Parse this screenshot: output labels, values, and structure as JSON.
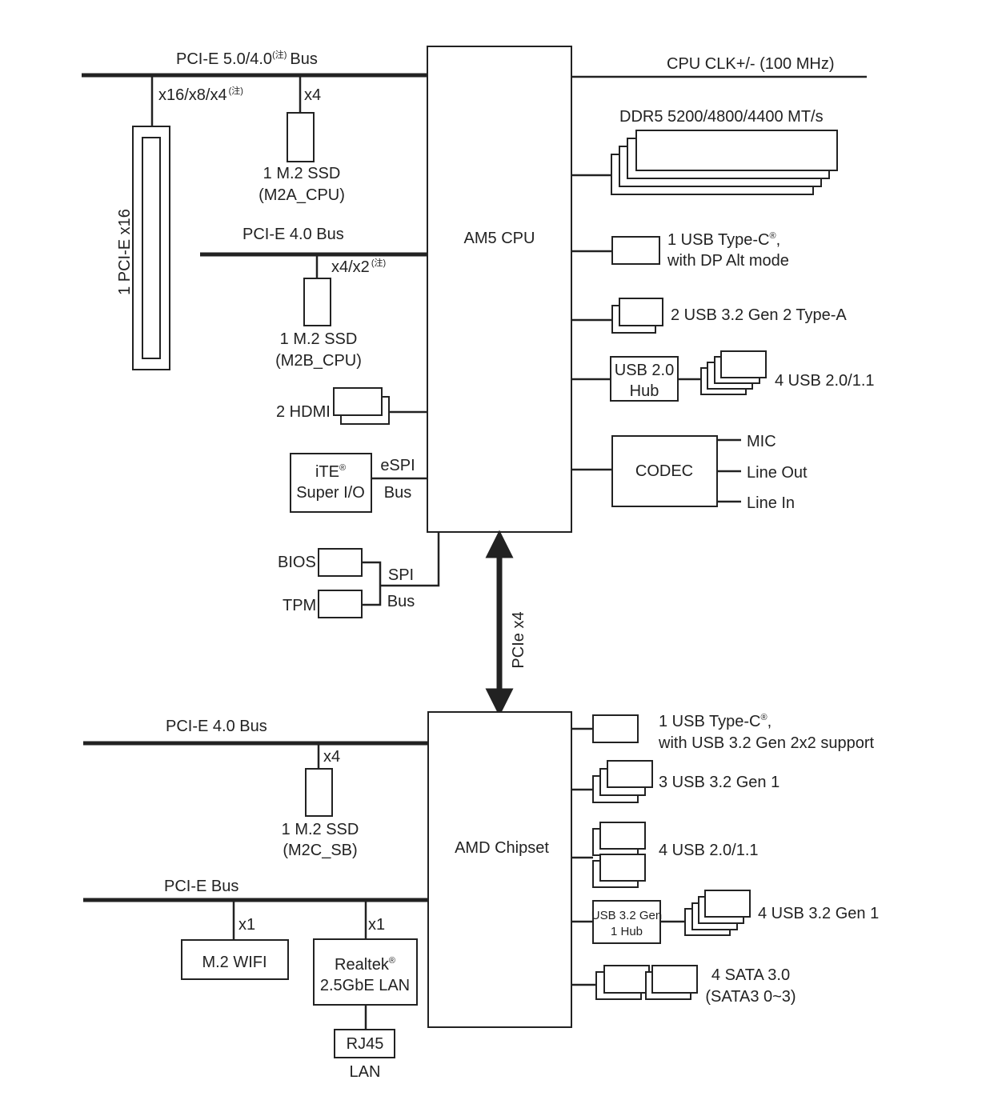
{
  "cpu": {
    "label": "AM5 CPU",
    "clock": "CPU CLK+/- (100 MHz)"
  },
  "pcie5": {
    "bus": "PCI-E 5.0/4.0",
    "note": "(注)",
    "bus_suffix": "Bus",
    "slot_lanes": "x16/x8/x4",
    "slot_note": "(注)",
    "slot_label": "1 PCI-E x16",
    "m2_lanes": "x4",
    "m2_line1": "1 M.2 SSD",
    "m2_line2": "(M2A_CPU)"
  },
  "pcie4_cpu": {
    "bus": "PCI-E 4.0 Bus",
    "lanes": "x4/x2",
    "note": "(注)",
    "m2_line1": "1 M.2 SSD",
    "m2_line2": "(M2B_CPU)"
  },
  "hdmi": "2 HDMI",
  "superio": {
    "line1": "iTE",
    "reg": "®",
    "line2": "Super I/O",
    "bus1": "eSPI",
    "bus2": "Bus"
  },
  "bios": "BIOS",
  "tpm": "TPM",
  "spi": {
    "line1": "SPI",
    "line2": "Bus"
  },
  "memory": "DDR5 5200/4800/4400 MT/s",
  "cpu_usb_c": {
    "line1": "1 USB Type-C",
    "reg": "®",
    "line1_end": ",",
    "line2": "with DP Alt mode"
  },
  "cpu_usb_a": "2 USB 3.2 Gen 2 Type-A",
  "usb2_hub": {
    "line1": "USB 2.0",
    "line2": "Hub",
    "ports": "4 USB 2.0/1.1"
  },
  "codec": {
    "label": "CODEC",
    "mic": "MIC",
    "line_out": "Line Out",
    "line_in": "Line In"
  },
  "link": "PCIe x4",
  "chipset": {
    "label": "AMD Chipset"
  },
  "pcie4_sb": {
    "bus": "PCI-E 4.0 Bus",
    "lanes": "x4",
    "m2_line1": "1 M.2 SSD",
    "m2_line2": "(M2C_SB)"
  },
  "pcie_sb": {
    "bus": "PCI-E Bus",
    "wifi_lanes": "x1",
    "wifi": "M.2 WIFI",
    "lan_lanes": "x1",
    "lan_line1": "Realtek",
    "lan_reg": "®",
    "lan_line2": "2.5GbE LAN",
    "rj45": "RJ45",
    "lan": "LAN"
  },
  "sb_usb_c": {
    "line1": "1 USB Type-C",
    "reg": "®",
    "line1_end": ",",
    "line2": "with USB 3.2 Gen 2x2 support"
  },
  "sb_usb_gen1": "3 USB 3.2 Gen 1",
  "sb_usb2": "4 USB 2.0/1.1",
  "sb_hub": {
    "line1": "USB 3.2 Gen",
    "line2": "1 Hub",
    "ports": "4 USB 3.2 Gen 1"
  },
  "sata": {
    "line1": "4 SATA 3.0",
    "line2": "(SATA3 0~3)"
  }
}
